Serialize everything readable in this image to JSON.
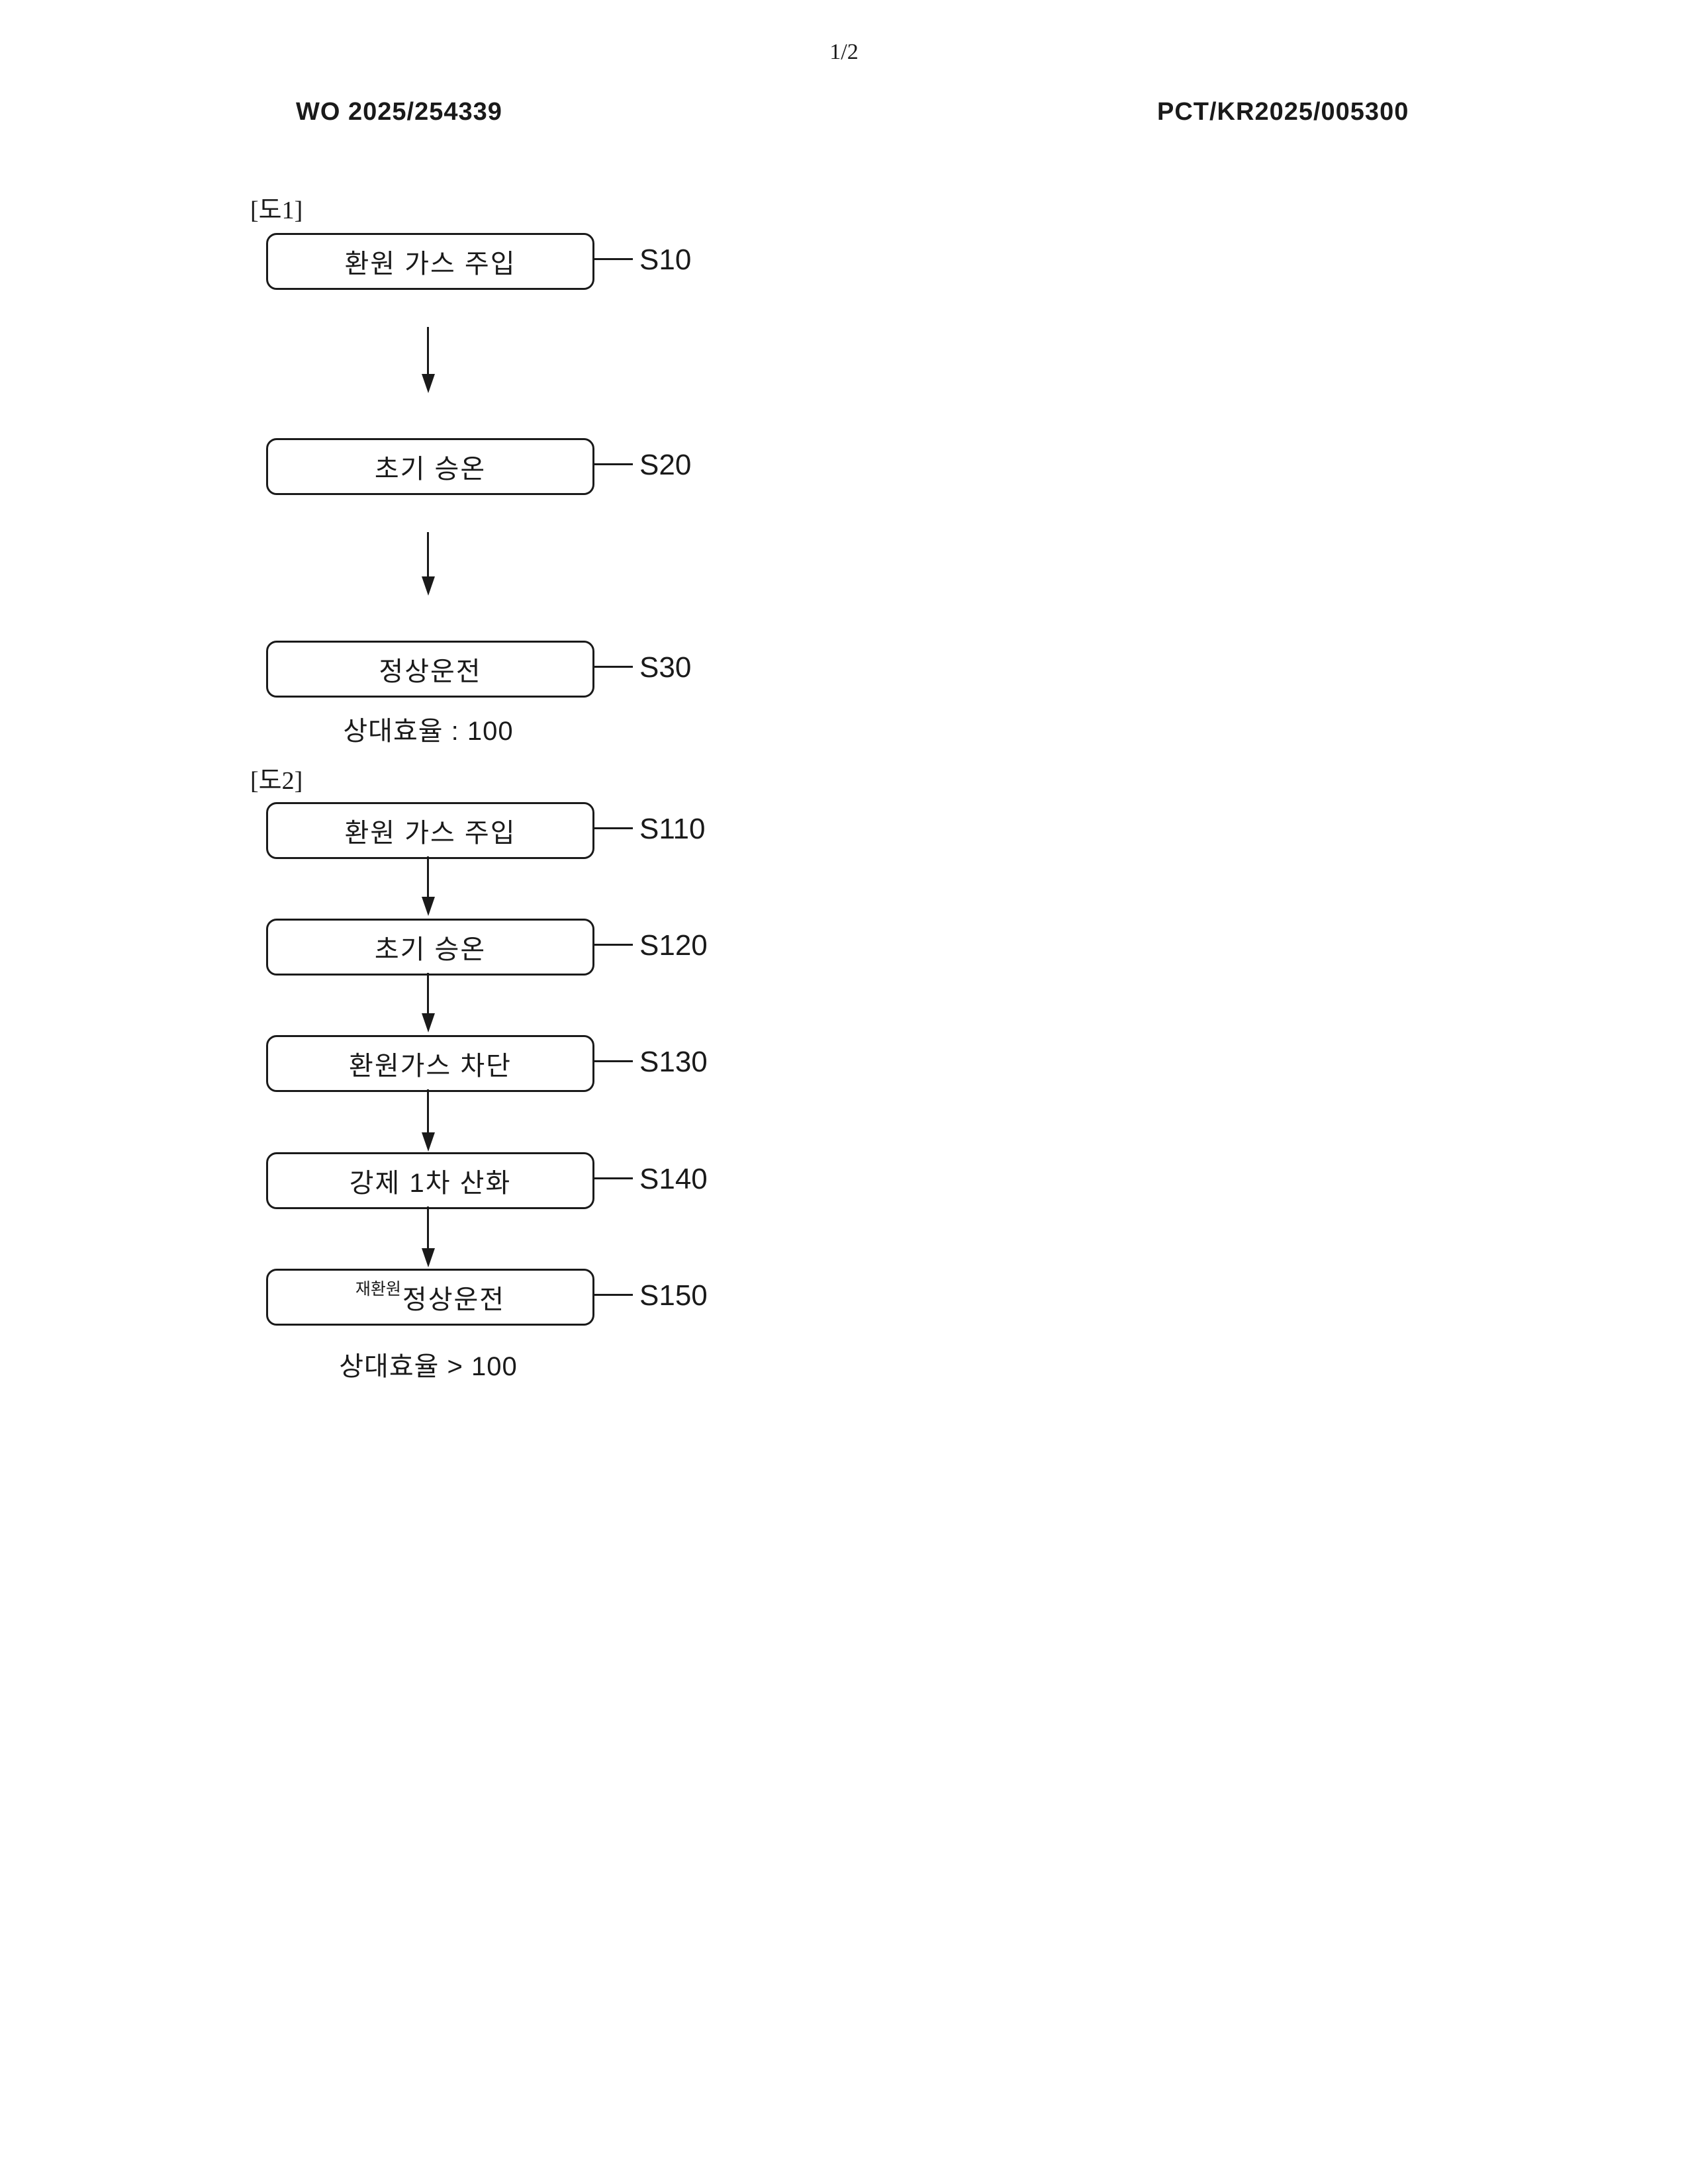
{
  "page": {
    "page_number": "1/2",
    "doc_number_left": "WO 2025/254339",
    "doc_number_right": "PCT/KR2025/005300"
  },
  "figure1": {
    "label": "[도1]",
    "steps": [
      {
        "text": "환원 가스 주입",
        "ref": "S10"
      },
      {
        "text": "초기 승온",
        "ref": "S20"
      },
      {
        "text": "정상운전",
        "ref": "S30"
      }
    ],
    "caption": "상대효율 : 100"
  },
  "figure2": {
    "label": "[도2]",
    "steps": [
      {
        "text": "환원 가스 주입",
        "ref": "S110"
      },
      {
        "text": "초기 승온",
        "ref": "S120"
      },
      {
        "text": "환원가스 차단",
        "ref": "S130"
      },
      {
        "text": "강제 1차 산화",
        "ref": "S140"
      },
      {
        "prefix": "재환원",
        "text": "정상운전",
        "ref": "S150"
      }
    ],
    "caption": "상대효율 > 100"
  }
}
